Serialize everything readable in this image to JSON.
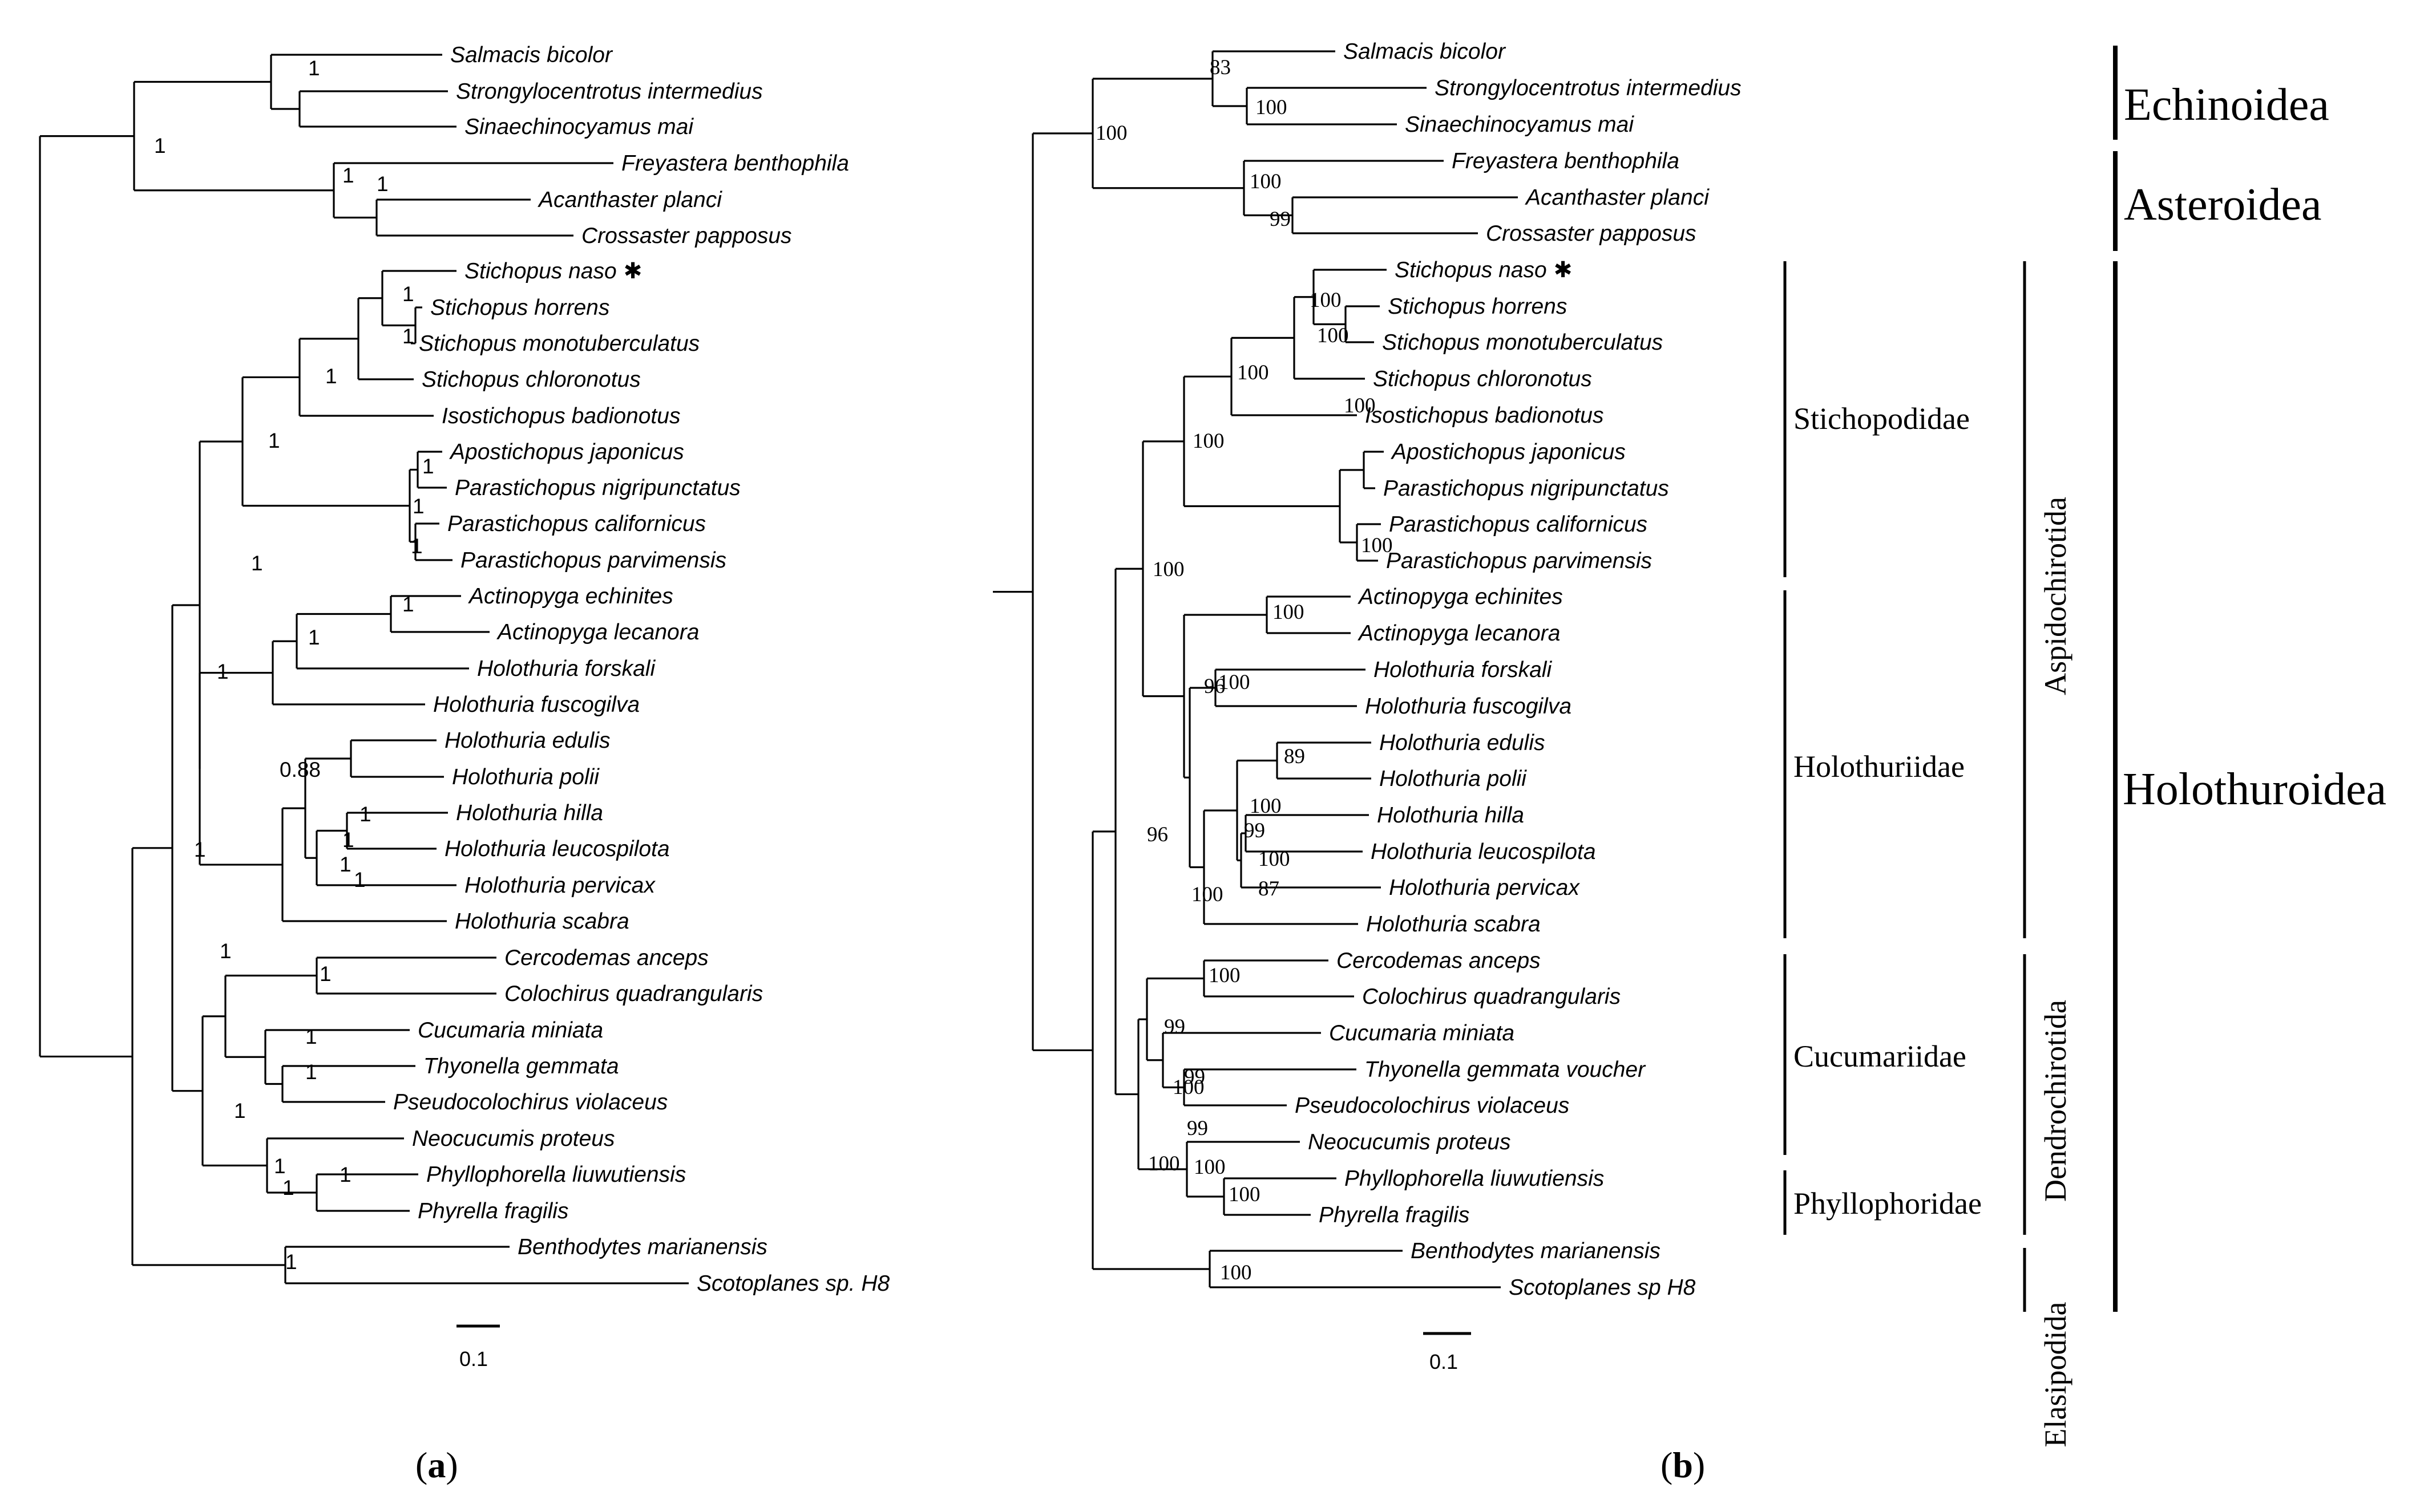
{
  "figure": {
    "panel_a": {
      "label": {
        "open": "(",
        "letter": "a",
        "close": ")"
      },
      "scale_label": "0.1",
      "star": "✱",
      "taxa": [
        "Salmacis bicolor",
        "Strongylocentrotus intermedius",
        "Sinaechinocyamus mai",
        "Freyastera benthophila",
        "Acanthaster planci",
        "Crossaster papposus",
        "Stichopus naso",
        "Stichopus horrens",
        "Stichopus monotuberculatus",
        "Stichopus chloronotus",
        "Isostichopus badionotus",
        "Apostichopus japonicus",
        "Parastichopus nigripunctatus",
        "Parastichopus californicus",
        "Parastichopus parvimensis",
        "Actinopyga echinites",
        "Actinopyga lecanora",
        "Holothuria forskali",
        "Holothuria fuscogilva",
        "Holothuria edulis",
        "Holothuria polii",
        "Holothuria hilla",
        "Holothuria leucospilota",
        "Holothuria pervicax",
        "Holothuria scabra",
        "Cercodemas anceps",
        "Colochirus quadrangularis",
        "Cucumaria miniata",
        "Thyonella gemmata",
        "Pseudocolochirus violaceus",
        "Neocucumis proteus",
        "Phyllophorella liuwutiensis",
        "Phyrella fragilis",
        "Benthodytes marianensis",
        "Scotoplanes sp. H8"
      ],
      "supports": [
        "1",
        "1",
        "1",
        "1",
        "1",
        "1",
        "1",
        "1",
        "1",
        "1",
        "1",
        "1",
        "1",
        "1",
        "1",
        "0.88",
        "1",
        "1",
        "1",
        "1",
        "1",
        "1",
        "1",
        "1",
        "1",
        "1",
        "1",
        "1",
        "1",
        "1",
        "1"
      ]
    },
    "panel_b": {
      "label": {
        "open": "(",
        "letter": "b",
        "close": ")"
      },
      "scale_label": "0.1",
      "star": "✱",
      "taxa": [
        "Salmacis bicolor",
        "Strongylocentrotus intermedius",
        "Sinaechinocyamus mai",
        "Freyastera benthophila",
        "Acanthaster planci",
        "Crossaster papposus",
        "Stichopus naso",
        "Stichopus horrens",
        "Stichopus monotuberculatus",
        "Stichopus chloronotus",
        "Isostichopus badionotus",
        "Apostichopus japonicus",
        "Parastichopus nigripunctatus",
        "Parastichopus californicus",
        "Parastichopus parvimensis",
        "Actinopyga echinites",
        "Actinopyga lecanora",
        "Holothuria forskali",
        "Holothuria fuscogilva",
        "Holothuria edulis",
        "Holothuria polii",
        "Holothuria hilla",
        "Holothuria leucospilota",
        "Holothuria pervicax",
        "Holothuria scabra",
        "Cercodemas anceps",
        "Colochirus quadrangularis",
        "Cucumaria miniata",
        "Thyonella gemmata voucher",
        "Pseudocolochirus violaceus",
        "Neocucumis proteus",
        "Phyllophorella liuwutiensis",
        "Phyrella fragilis",
        "Benthodytes marianensis",
        "Scotoplanes sp H8"
      ],
      "supports": [
        "100",
        "83",
        "100",
        "100",
        "99",
        "100",
        "100",
        "100",
        "100",
        "100",
        "100",
        "100",
        "100",
        "100",
        "89",
        "96",
        "100",
        "99",
        "100",
        "87",
        "100",
        "96",
        "99",
        "100",
        "99",
        "99",
        "100",
        "100",
        "100",
        "100",
        "100"
      ]
    },
    "families": [
      "Stichopodidae",
      "Holothuriidae",
      "Cucumariidae",
      "Phyllophoridae"
    ],
    "orders": [
      "Aspidochirotida",
      "Dendrochirotida",
      "Elasipodida"
    ],
    "classes": [
      "Echinoidea",
      "Asteroidea",
      "Holothuroidea"
    ]
  }
}
